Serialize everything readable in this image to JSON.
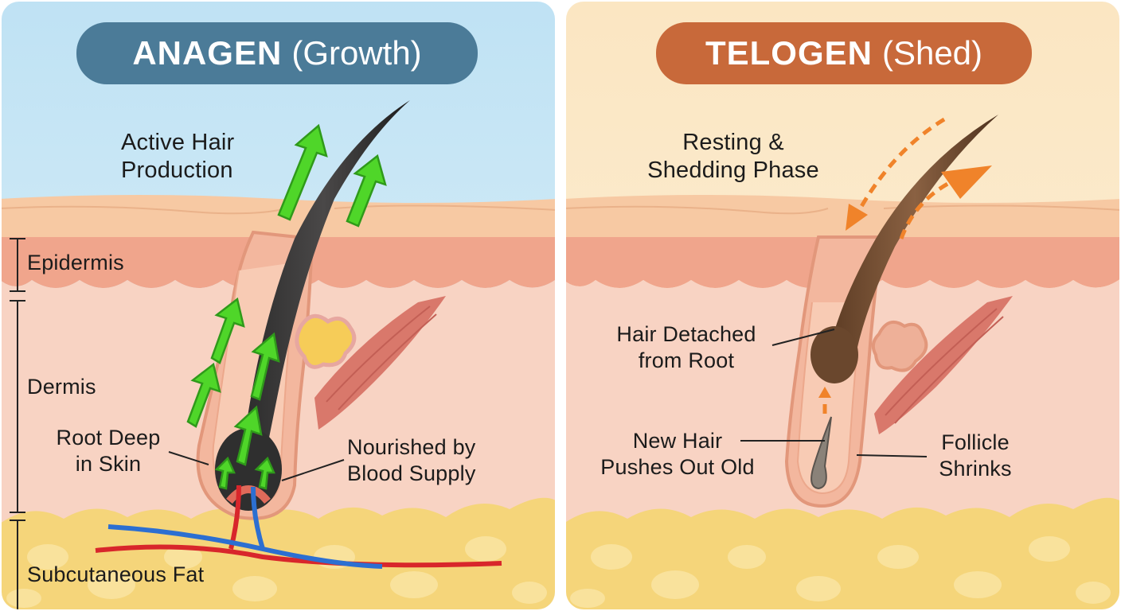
{
  "anagen": {
    "title_bold": "ANAGEN",
    "title_rest": "(Growth)",
    "caption": [
      "Active Hair",
      "Production"
    ],
    "layers": {
      "epidermis": "Epidermis",
      "dermis": "Dermis",
      "fat": "Subcutaneous Fat"
    },
    "root_label": [
      "Root Deep",
      "in Skin"
    ],
    "blood_label": [
      "Nourished by",
      "Blood Supply"
    ]
  },
  "telogen": {
    "title_bold": "TELOGEN",
    "title_rest": "(Shed)",
    "caption": [
      "Resting &",
      "Shedding Phase"
    ],
    "detached_label": [
      "Hair Detached",
      "from Root"
    ],
    "new_hair_label": [
      "New Hair",
      "Pushes Out Old"
    ],
    "follicle_label": [
      "Follicle",
      "Shrinks"
    ]
  },
  "colors": {
    "anagen_header": "#4b7b98",
    "telogen_header": "#c8693a",
    "growth_arrow": "#4fd629",
    "shed_arrow": "#f0832a",
    "artery": "#d8262b",
    "vein": "#2c6fd1",
    "fat": "#f5d57a"
  }
}
